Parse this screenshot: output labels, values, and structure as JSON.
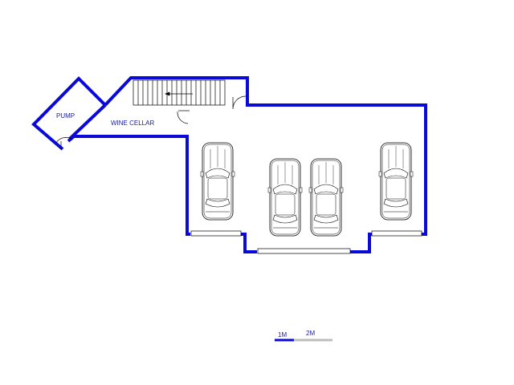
{
  "rooms": {
    "pump": "PUMP",
    "wine_cellar": "WINE CELLAR"
  },
  "scale_bar": {
    "label_1": "1M",
    "label_2": "2M"
  },
  "colors": {
    "wall": "#0a0ad8",
    "label": "#1a1aa0",
    "line": "#000000",
    "scale_light": "#bdbdbd"
  },
  "cars": {
    "count": 4
  }
}
